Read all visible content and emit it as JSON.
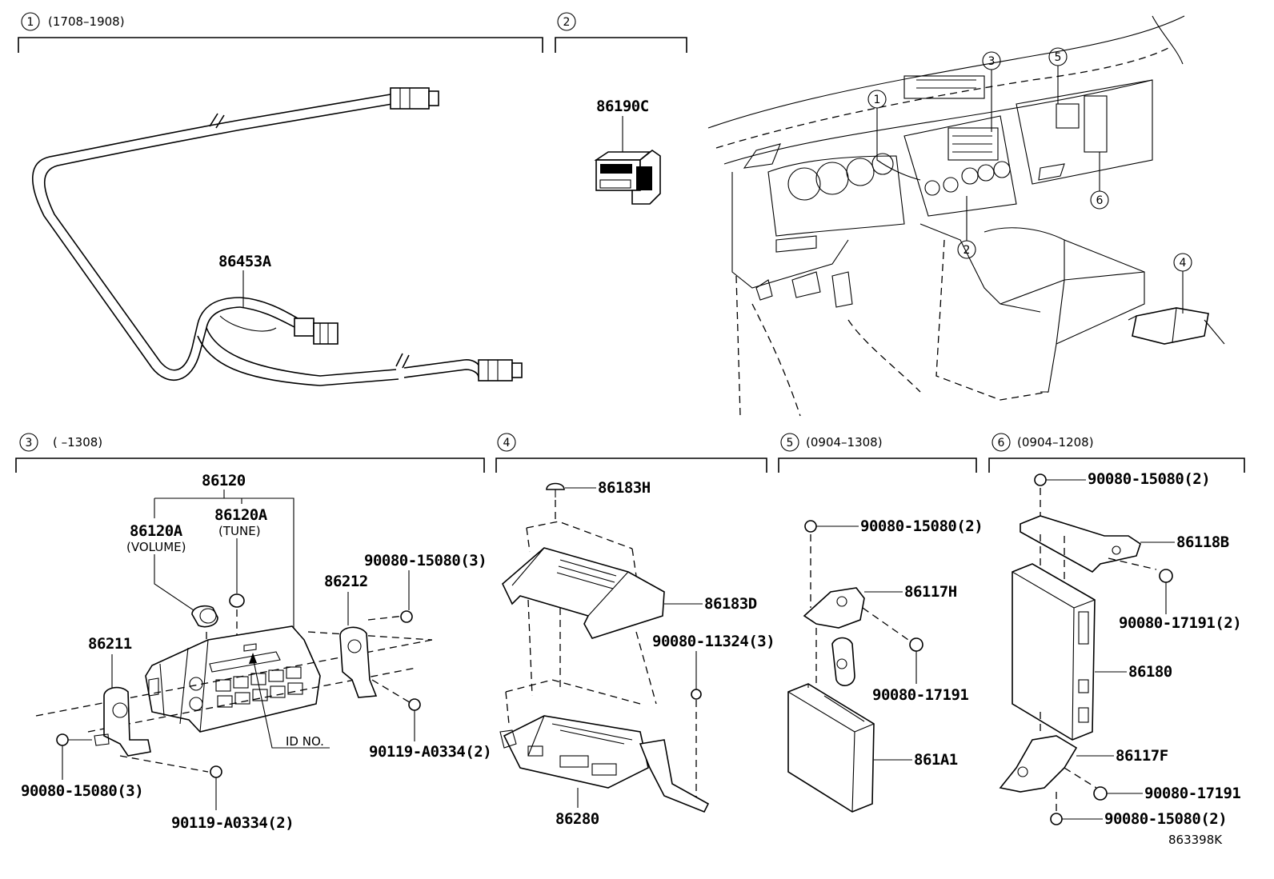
{
  "sections": [
    {
      "num": "1",
      "range": "(1708–1908)"
    },
    {
      "num": "2",
      "range": ""
    },
    {
      "num": "3",
      "range": "(      –1308)"
    },
    {
      "num": "4",
      "range": ""
    },
    {
      "num": "5",
      "range": "(0904–1308)"
    },
    {
      "num": "6",
      "range": "(0904–1208)"
    }
  ],
  "overview_callouts": [
    "1",
    "2",
    "3",
    "4",
    "5",
    "6"
  ],
  "parts": {
    "harness": "86453A",
    "switch": "86190C",
    "radio_assy": "86120",
    "knob_volume": "86120A",
    "knob_volume_note": "(VOLUME)",
    "knob_tune": "86120A",
    "knob_tune_note": "(TUNE)",
    "bracket_left": "86211",
    "bracket_right": "86212",
    "s3_bolt_top_right": "90080-15080(3)",
    "s3_screw_right": "90119-A0334(2)",
    "s3_bolt_left": "90080-15080(3)",
    "s3_screw_bottom": "90119-A0334(2)",
    "id_no": "ID NO.",
    "clip": "86183H",
    "cover": "86183D",
    "s4_screw": "90080-11324(3)",
    "amplifier": "86280",
    "s5_bolt": "90080-15080(2)",
    "s5_bracket": "86117H",
    "s5_nut": "90080-17191",
    "s5_module": "861A1",
    "s6_bolt_top": "90080-15080(2)",
    "s6_bracket_top": "86118B",
    "s6_nut_top": "90080-17191(2)",
    "s6_module": "86180",
    "s6_bracket_bottom": "86117F",
    "s6_nut_bottom": "90080-17191",
    "s6_bolt_bottom": "90080-15080(2)"
  },
  "drawing_code": "863398K"
}
